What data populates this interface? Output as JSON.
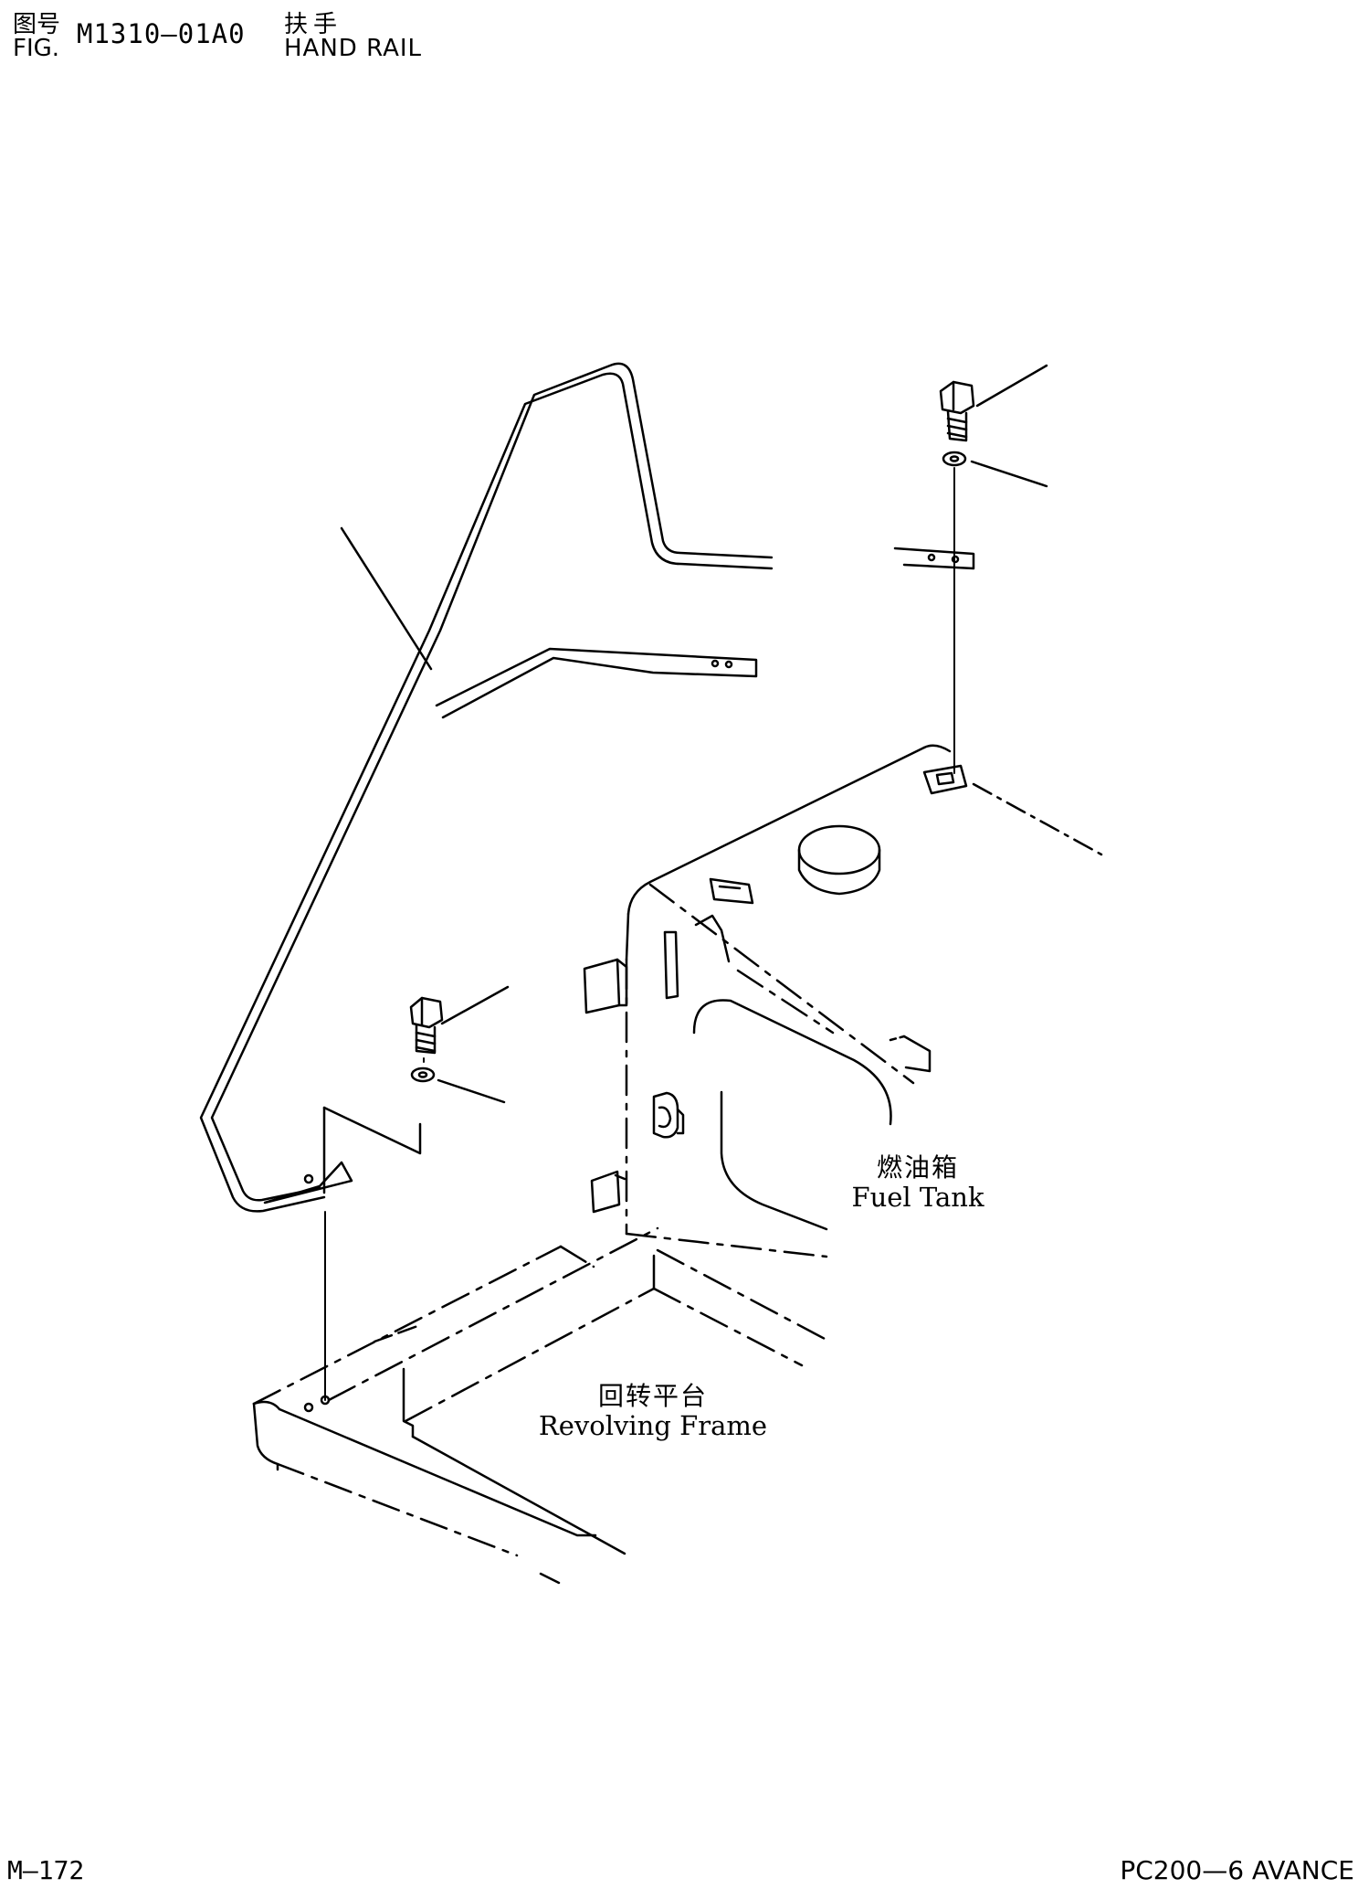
{
  "header": {
    "fig_cn": "图号",
    "fig_en": "FIG.",
    "fig_code": "M1310—01A0",
    "title_cn": "扶手",
    "title_en": "HAND RAIL"
  },
  "labels": {
    "fuel_tank_cn": "燃油箱",
    "fuel_tank_en": "Fuel Tank",
    "revolving_frame_cn": "回转平台",
    "revolving_frame_en": "Revolving Frame"
  },
  "footer": {
    "page": "M—172",
    "model": "PC200—6 AVANCE"
  },
  "colors": {
    "ink": "#000000",
    "paper": "#ffffff"
  }
}
